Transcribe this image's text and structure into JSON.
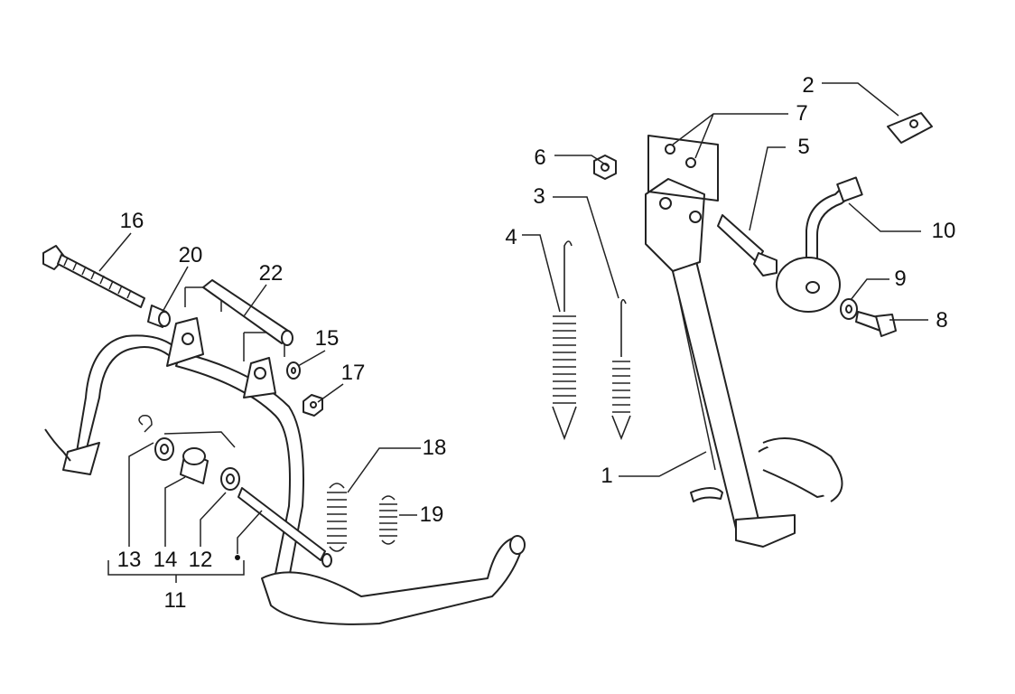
{
  "diagram": {
    "type": "exploded parts diagram",
    "labels": {
      "p1": "1",
      "p2": "2",
      "p3": "3",
      "p4": "4",
      "p5": "5",
      "p6": "6",
      "p7": "7",
      "p8": "8",
      "p9": "9",
      "p10": "10",
      "p11": "11",
      "p12": "12",
      "p13": "13",
      "p14": "14",
      "p15": "15",
      "p16": "16",
      "p17": "17",
      "p18": "18",
      "p19": "19",
      "p20": "20",
      "p22": "22"
    }
  }
}
